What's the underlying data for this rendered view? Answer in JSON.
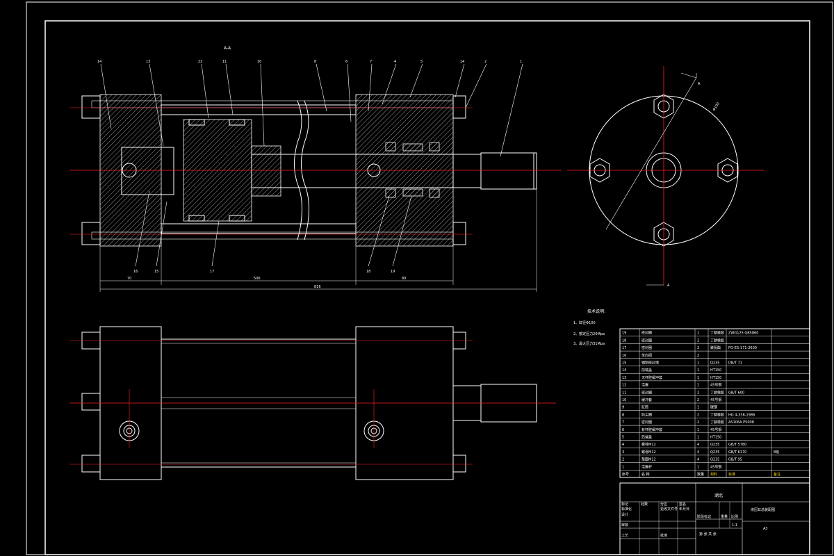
{
  "section_label": "A-A",
  "section_marker": "A",
  "callouts_top": [
    "14",
    "13",
    "22",
    "11",
    "10",
    "8",
    "6",
    "7",
    "4",
    "5",
    "14",
    "2",
    "1"
  ],
  "callouts_bottom": [
    "16",
    "15",
    "17",
    "18",
    "19"
  ],
  "dimensions": {
    "left": "70",
    "middle": "506",
    "right": "80",
    "total": "816",
    "radial": "Φ100"
  },
  "tech_notes": {
    "title": "技术说明:",
    "items": [
      "1、缸径Φ100",
      "2、额定压力20Mpa",
      "3、最大压力31Mpa"
    ]
  },
  "parts_table": {
    "rows": [
      {
        "no": "19",
        "name": "密封圈",
        "qty": "1",
        "material": "丁腈橡胶",
        "std": "ZWG125 GB5860",
        "note": ""
      },
      {
        "no": "18",
        "name": "密封圈",
        "qty": "2",
        "material": "丁腈橡胶",
        "std": "",
        "note": ""
      },
      {
        "no": "17",
        "name": "密封圈",
        "qty": "2",
        "material": "聚氨酯",
        "std": "FO-ES-171-2600",
        "note": ""
      },
      {
        "no": "16",
        "name": "单向阀",
        "qty": "2",
        "material": "",
        "std": "",
        "note": ""
      },
      {
        "no": "15",
        "name": "钢制密封堵",
        "qty": "1",
        "material": "Q235",
        "std": "DB/T 71",
        "note": ""
      },
      {
        "no": "14",
        "name": "前端盖",
        "qty": "1",
        "material": "HT150",
        "std": "",
        "note": ""
      },
      {
        "no": "13",
        "name": "无杆腔缓冲套",
        "qty": "1",
        "material": "HT150",
        "std": "",
        "note": ""
      },
      {
        "no": "12",
        "name": "活塞",
        "qty": "1",
        "material": "45号钢",
        "std": "",
        "note": ""
      },
      {
        "no": "11",
        "name": "密封圈",
        "qty": "2",
        "material": "丁腈橡胶",
        "std": "GB/T 600",
        "note": ""
      },
      {
        "no": "10",
        "name": "缓冲套",
        "qty": "2",
        "material": "45号钢",
        "std": "",
        "note": ""
      },
      {
        "no": "9",
        "name": "缸筒",
        "qty": "1",
        "material": "碳钢",
        "std": "",
        "note": ""
      },
      {
        "no": "8",
        "name": "防尘圈",
        "qty": "2",
        "material": "丁腈橡胶",
        "std": "HG 4-336-1986",
        "note": ""
      },
      {
        "no": "7",
        "name": "密封圈",
        "qty": "2",
        "material": "丁腈橡胶",
        "std": "AS106A P5008",
        "note": ""
      },
      {
        "no": "6",
        "name": "有杆腔缓冲套",
        "qty": "1",
        "material": "45号钢",
        "std": "",
        "note": ""
      },
      {
        "no": "5",
        "name": "后端盖",
        "qty": "1",
        "material": "HT150",
        "std": "",
        "note": ""
      },
      {
        "no": "4",
        "name": "螺栓M12",
        "qty": "4",
        "material": "Q235",
        "std": "GB/T 5780",
        "note": ""
      },
      {
        "no": "3",
        "name": "螺母M12",
        "qty": "4",
        "material": "Q235",
        "std": "GB/T 6170",
        "note": "8级"
      },
      {
        "no": "2",
        "name": "垫圈M12",
        "qty": "4",
        "material": "Q235",
        "std": "GB/T 95",
        "note": ""
      },
      {
        "no": "1",
        "name": "活塞杆",
        "qty": "1",
        "material": "45号钢",
        "std": "",
        "note": ""
      }
    ],
    "header": {
      "no": "序号",
      "name": "名 称",
      "qty": "数量",
      "material": "材料",
      "std": "标准",
      "note": "备注"
    }
  },
  "title_block": {
    "school": "湖北",
    "drawing_name": "液压缸总装配图",
    "scale": "1:1",
    "paper": "A3",
    "labels": {
      "design": "设计",
      "check": "审核",
      "process": "工艺",
      "approve": "批准",
      "stage_mark": "阶段标记",
      "weight": "重量",
      "ratio": "比例",
      "sheet": "第  张  共  张",
      "marker": "标记",
      "count": "处数",
      "zone": "分区",
      "change_no": "更改文件号",
      "signature": "签名",
      "date": "年月日",
      "std_check": "标准化"
    }
  },
  "colors": {
    "background": "#000000",
    "line": "#ffffff",
    "centerline": "#ff2020",
    "highlight": "#ffd800"
  }
}
